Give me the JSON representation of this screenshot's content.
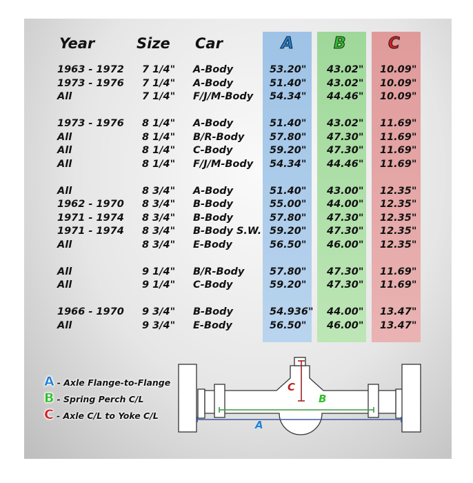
{
  "headers": {
    "year": "Year",
    "size": "Size",
    "car": "Car",
    "a": "A",
    "b": "B",
    "c": "C"
  },
  "colors": {
    "a": "#1f7fd6",
    "b": "#2fbf2a",
    "c": "#d02020"
  },
  "rows": [
    {
      "year": "1963 - 1972",
      "size": "7 1/4\"",
      "car": "A-Body",
      "a": "53.20\"",
      "b": "43.02\"",
      "c": "10.09\""
    },
    {
      "year": "1973 - 1976",
      "size": "7 1/4\"",
      "car": "A-Body",
      "a": "51.40\"",
      "b": "43.02\"",
      "c": "10.09\""
    },
    {
      "year": "All",
      "size": "7 1/4\"",
      "car": "F/J/M-Body",
      "a": "54.34\"",
      "b": "44.46\"",
      "c": "10.09\""
    },
    {
      "year": "1973 - 1976",
      "size": "8 1/4\"",
      "car": "A-Body",
      "a": "51.40\"",
      "b": "43.02\"",
      "c": "11.69\""
    },
    {
      "year": "All",
      "size": "8 1/4\"",
      "car": "B/R-Body",
      "a": "57.80\"",
      "b": "47.30\"",
      "c": "11.69\""
    },
    {
      "year": "All",
      "size": "8 1/4\"",
      "car": "C-Body",
      "a": "59.20\"",
      "b": "47.30\"",
      "c": "11.69\""
    },
    {
      "year": "All",
      "size": "8 1/4\"",
      "car": "F/J/M-Body",
      "a": "54.34\"",
      "b": "44.46\"",
      "c": "11.69\""
    },
    {
      "year": "All",
      "size": "8 3/4\"",
      "car": "A-Body",
      "a": "51.40\"",
      "b": "43.00\"",
      "c": "12.35\""
    },
    {
      "year": "1962 - 1970",
      "size": "8 3/4\"",
      "car": "B-Body",
      "a": "55.00\"",
      "b": "44.00\"",
      "c": "12.35\""
    },
    {
      "year": "1971 - 1974",
      "size": "8 3/4\"",
      "car": "B-Body",
      "a": "57.80\"",
      "b": "47.30\"",
      "c": "12.35\""
    },
    {
      "year": "1971 - 1974",
      "size": "8 3/4\"",
      "car": "B-Body S.W.",
      "a": "59.20\"",
      "b": "47.30\"",
      "c": "12.35\""
    },
    {
      "year": "All",
      "size": "8 3/4\"",
      "car": "E-Body",
      "a": "56.50\"",
      "b": "46.00\"",
      "c": "12.35\""
    },
    {
      "year": "All",
      "size": "9 1/4\"",
      "car": "B/R-Body",
      "a": "57.80\"",
      "b": "47.30\"",
      "c": "11.69\""
    },
    {
      "year": "All",
      "size": "9 1/4\"",
      "car": "C-Body",
      "a": "59.20\"",
      "b": "47.30\"",
      "c": "11.69\""
    },
    {
      "year": "1966 - 1970",
      "size": "9 3/4\"",
      "car": "B-Body",
      "a": "54.936\"",
      "b": "44.00\"",
      "c": "13.47\""
    },
    {
      "year": "All",
      "size": "9 3/4\"",
      "car": "E-Body",
      "a": "56.50\"",
      "b": "46.00\"",
      "c": "13.47\""
    }
  ],
  "legend": [
    {
      "letter": "A",
      "text": "- Axle Flange-to-Flange"
    },
    {
      "letter": "B",
      "text": "- Spring Perch C/L"
    },
    {
      "letter": "C",
      "text": "- Axle C/L to Yoke C/L"
    }
  ],
  "diagram": {
    "label_a": "A",
    "label_b": "B",
    "label_c": "C"
  }
}
